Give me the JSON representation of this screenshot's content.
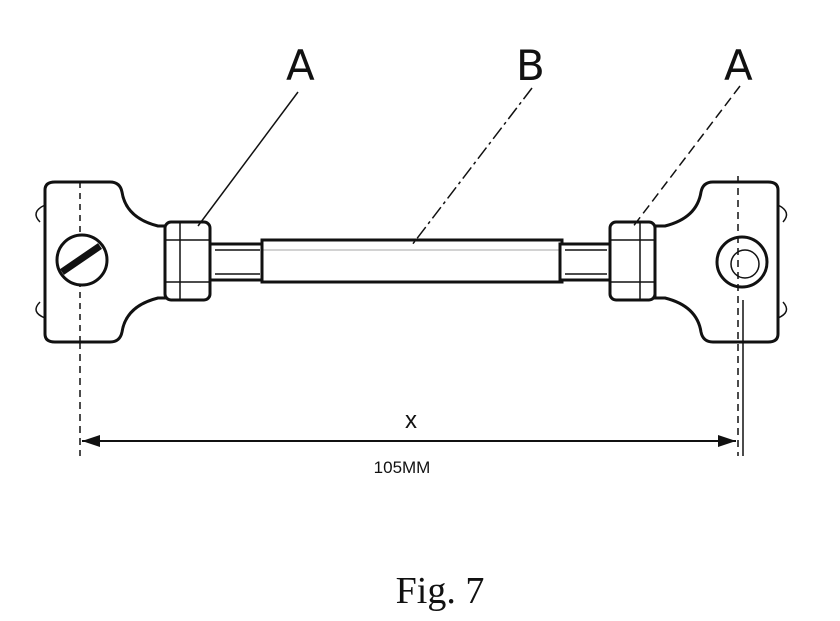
{
  "labels": {
    "part_a_left": "A",
    "part_b": "B",
    "part_a_right": "A",
    "dimension_symbol": "x",
    "dimension_value": "105MM"
  },
  "caption": "Fig. 7"
}
